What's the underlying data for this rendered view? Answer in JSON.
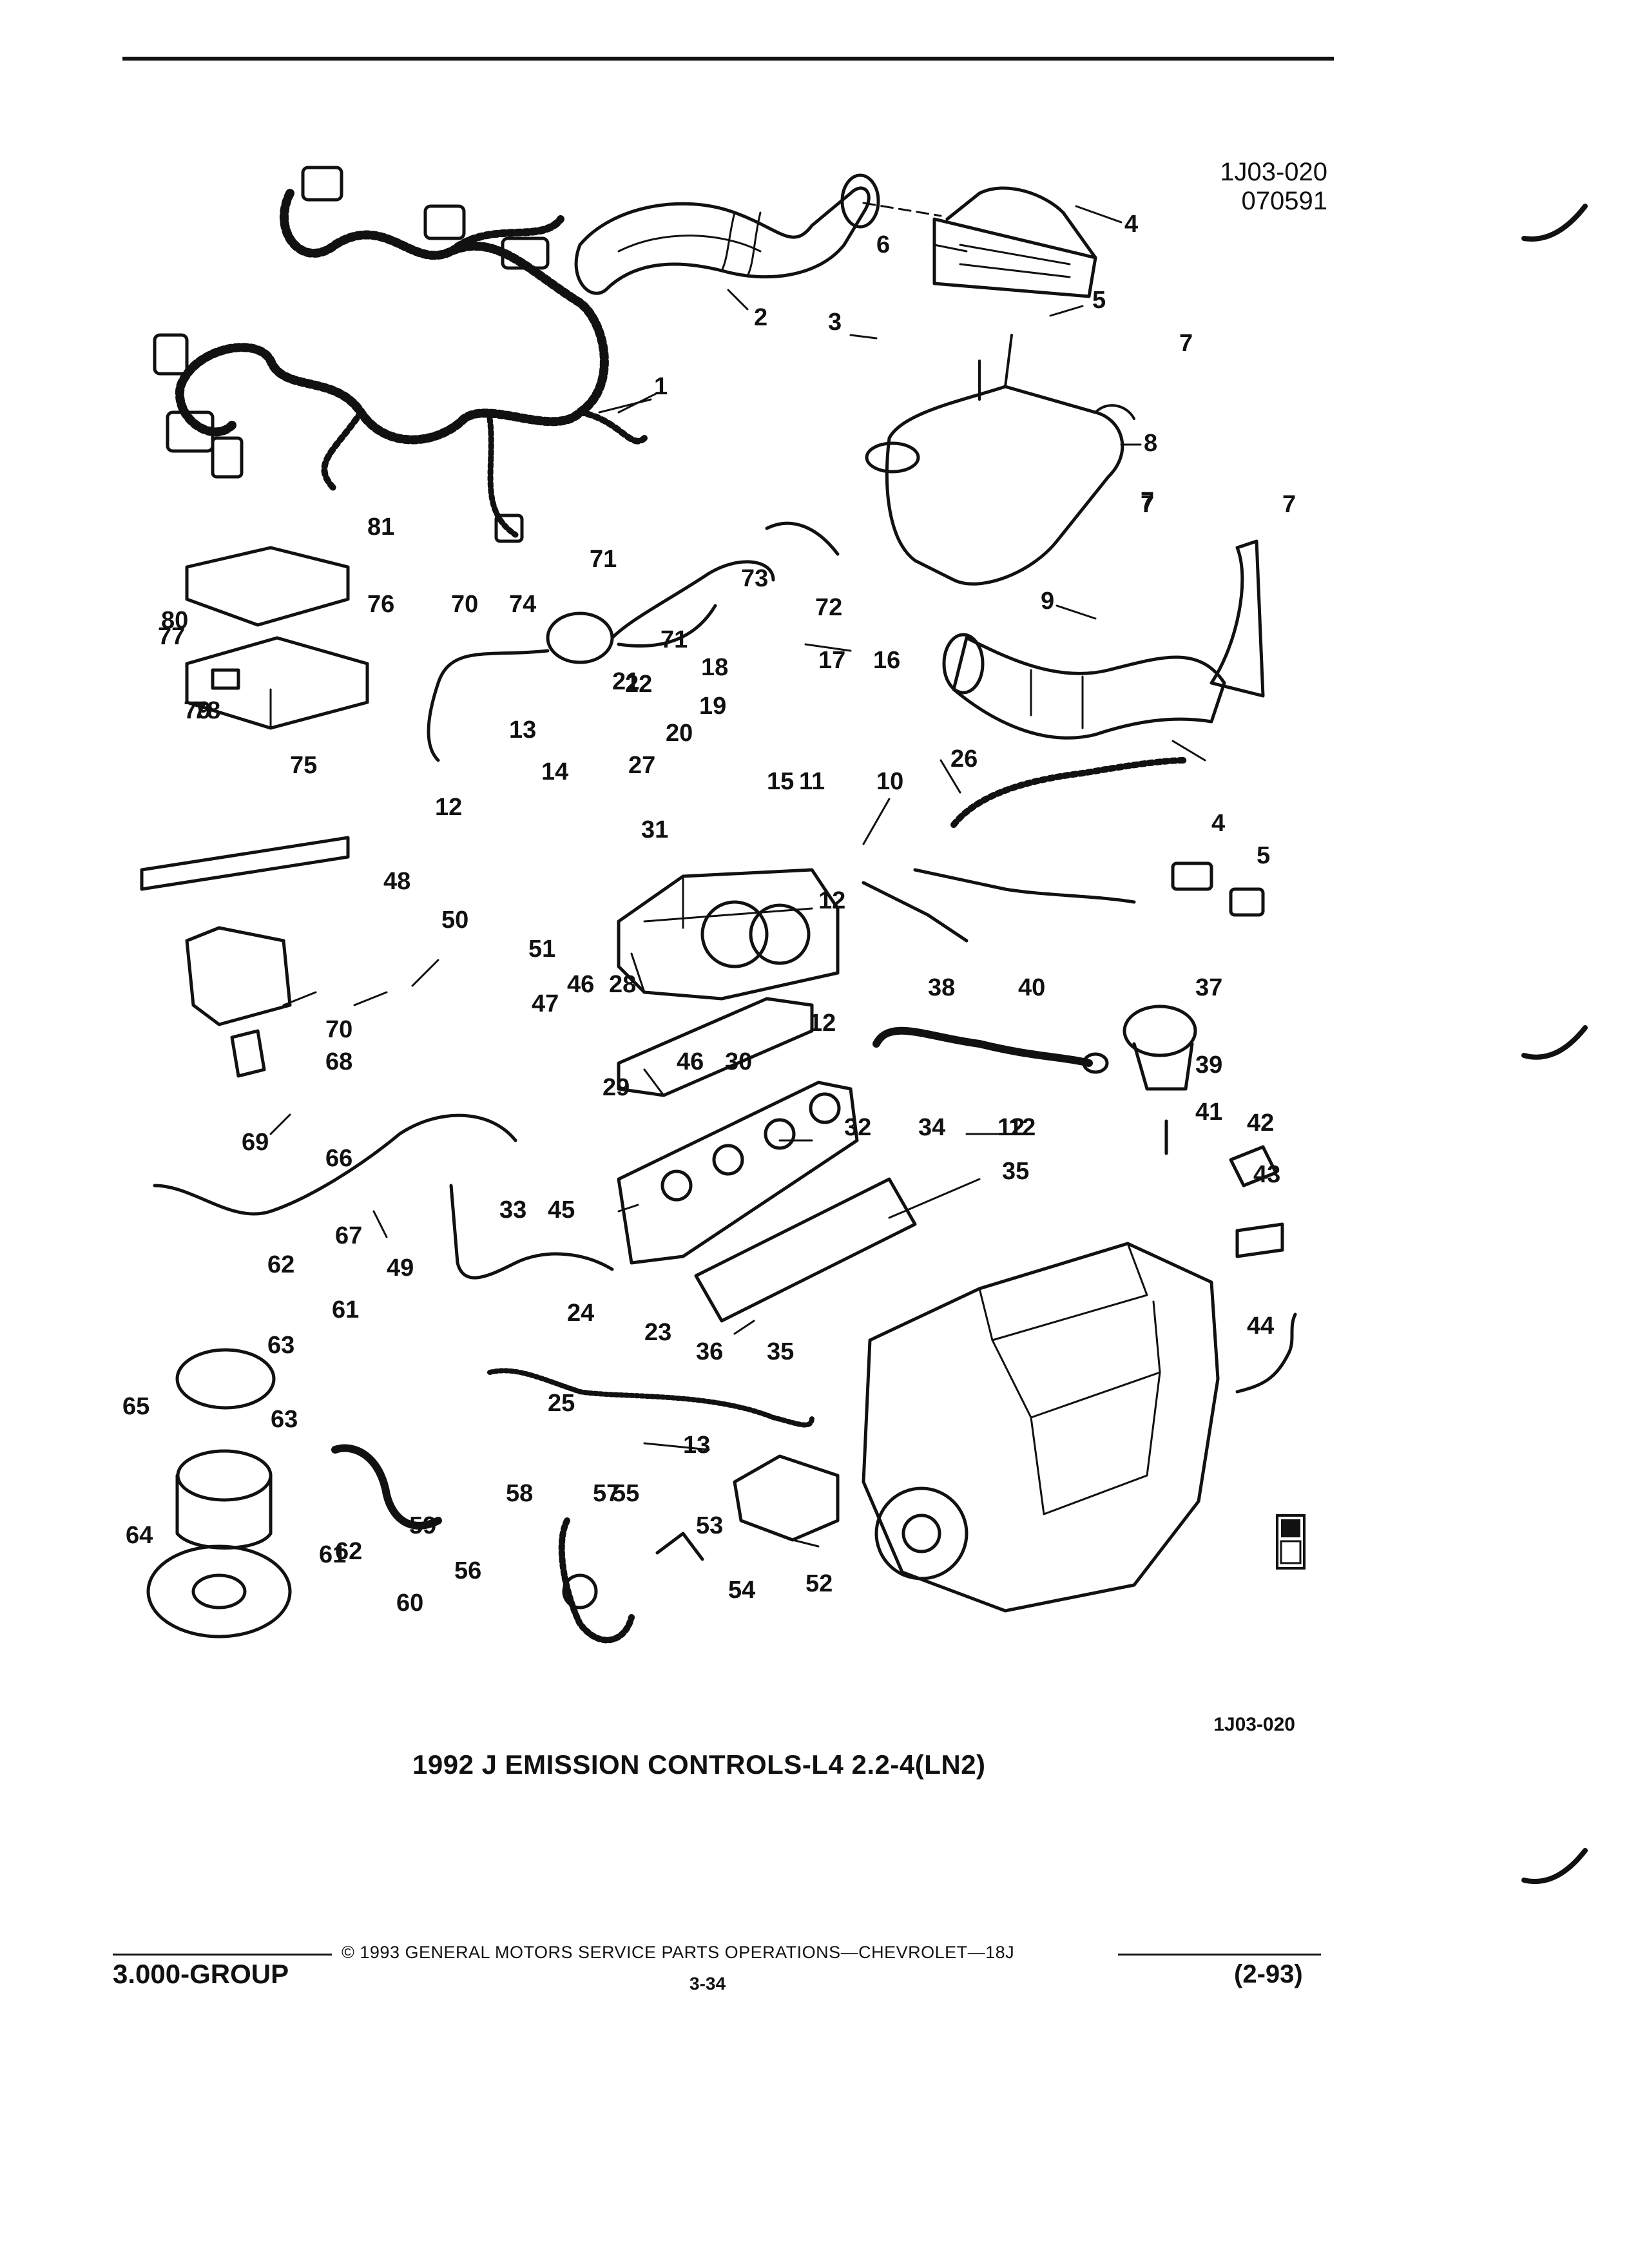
{
  "header": {
    "ref_code": "1J03-020",
    "ref_date": "070591"
  },
  "diagram": {
    "bottom_ref": "1J03-020",
    "caption": "1992 J EMISSION CONTROLS-L4 2.2-4(LN2)",
    "callouts": [
      "1",
      "2",
      "3",
      "4",
      "5",
      "6",
      "7",
      "7",
      "7",
      "7",
      "8",
      "9",
      "10",
      "11",
      "12",
      "12",
      "12",
      "12",
      "12",
      "13",
      "13",
      "14",
      "15",
      "16",
      "17",
      "18",
      "19",
      "20",
      "21",
      "22",
      "23",
      "24",
      "25",
      "26",
      "27",
      "28",
      "29",
      "30",
      "31",
      "32",
      "33",
      "34",
      "35",
      "35",
      "36",
      "37",
      "38",
      "39",
      "40",
      "41",
      "42",
      "43",
      "44",
      "45",
      "46",
      "46",
      "47",
      "48",
      "49",
      "50",
      "51",
      "52",
      "53",
      "54",
      "55",
      "56",
      "57",
      "58",
      "59",
      "60",
      "61",
      "61",
      "62",
      "62",
      "63",
      "63",
      "64",
      "65",
      "66",
      "67",
      "68",
      "69",
      "70",
      "70",
      "71",
      "71",
      "72",
      "73",
      "74",
      "75",
      "76",
      "77",
      "78",
      "79",
      "80",
      "81",
      "4",
      "5"
    ],
    "badge_icon": "gm-spo-logo"
  },
  "footer": {
    "copyright": "© 1993 GENERAL MOTORS SERVICE PARTS OPERATIONS—CHEVROLET—18J",
    "group": "3.000-GROUP",
    "page": "3-34",
    "revision": "(2-93)"
  }
}
